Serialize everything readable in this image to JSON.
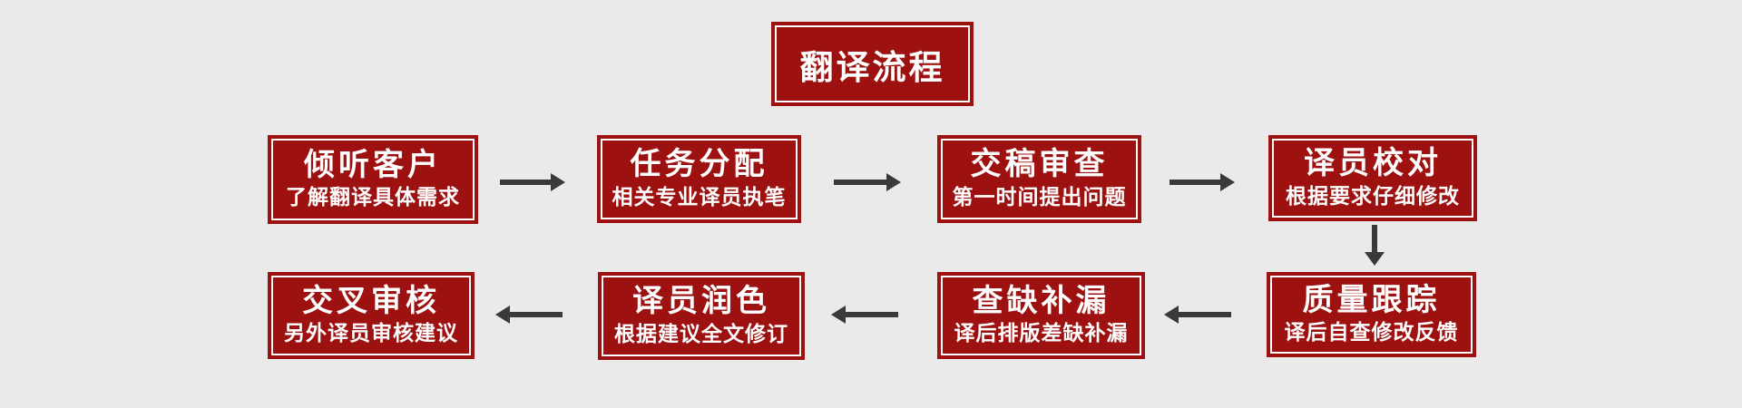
{
  "page": {
    "background_color": "#EAEAEA"
  },
  "colors": {
    "box_fill": "#9D1211",
    "box_inner_border": "#FFFFFF",
    "box_text": "#FFFFFF",
    "arrow": "#3A3A3A"
  },
  "title": {
    "label": "翻译流程"
  },
  "steps": [
    {
      "title": "倾听客户",
      "subtitle": "了解翻译具体需求"
    },
    {
      "title": "任务分配",
      "subtitle": "相关专业译员执笔"
    },
    {
      "title": "交稿审查",
      "subtitle": "第一时间提出问题"
    },
    {
      "title": "译员校对",
      "subtitle": "根据要求仔细修改"
    },
    {
      "title": "质量跟踪",
      "subtitle": "译后自查修改反馈"
    },
    {
      "title": "查缺补漏",
      "subtitle": "译后排版差缺补漏"
    },
    {
      "title": "译员润色",
      "subtitle": "根据建议全文修订"
    },
    {
      "title": "交叉审核",
      "subtitle": "另外译员审核建议"
    }
  ],
  "connections": [
    {
      "from": "倾听客户",
      "to": "任务分配",
      "direction": "right"
    },
    {
      "from": "任务分配",
      "to": "交稿审查",
      "direction": "right"
    },
    {
      "from": "交稿审查",
      "to": "译员校对",
      "direction": "right"
    },
    {
      "from": "译员校对",
      "to": "质量跟踪",
      "direction": "down"
    },
    {
      "from": "质量跟踪",
      "to": "查缺补漏",
      "direction": "left"
    },
    {
      "from": "查缺补漏",
      "to": "译员润色",
      "direction": "left"
    },
    {
      "from": "译员润色",
      "to": "交叉审核",
      "direction": "left"
    }
  ]
}
